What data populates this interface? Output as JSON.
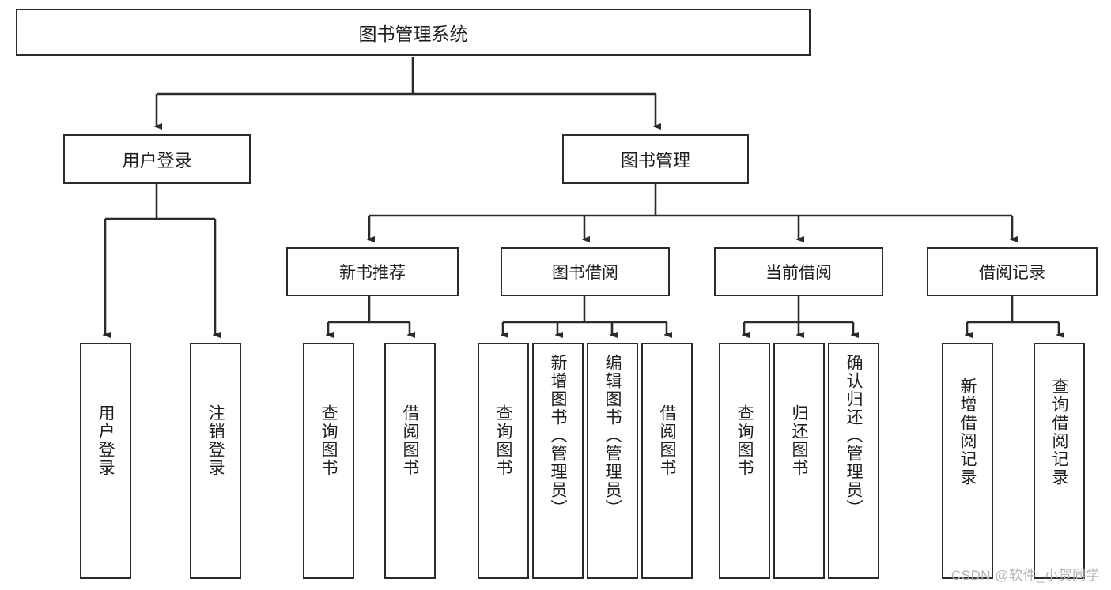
{
  "diagram": {
    "title": "图书管理系统",
    "type": "tree",
    "orientation": "top-down",
    "colors": {
      "box_border": "#2b2b2b",
      "box_fill": "#ffffff",
      "edge": "#2b2b2b",
      "text": "#1d1d1d",
      "watermark": "#b4b4b4",
      "background": "#ffffff"
    },
    "root": {
      "id": "root",
      "label": "图书管理系统"
    },
    "level2": [
      {
        "id": "user-login",
        "label": "用户登录"
      },
      {
        "id": "book-manage",
        "label": "图书管理"
      }
    ],
    "level3": [
      {
        "id": "new-book-recommend",
        "label": "新书推荐",
        "parent": "book-manage"
      },
      {
        "id": "book-borrow",
        "label": "图书借阅",
        "parent": "book-manage"
      },
      {
        "id": "current-borrow",
        "label": "当前借阅",
        "parent": "book-manage"
      },
      {
        "id": "borrow-record",
        "label": "借阅记录",
        "parent": "book-manage"
      }
    ],
    "leaves": [
      {
        "id": "leaf-user-login",
        "label": "用户登录",
        "parent": "user-login"
      },
      {
        "id": "leaf-user-logout",
        "label": "注销登录",
        "parent": "user-login"
      },
      {
        "id": "leaf-query-book-1",
        "label": "查询图书",
        "parent": "new-book-recommend"
      },
      {
        "id": "leaf-borrow-book-1",
        "label": "借阅图书",
        "parent": "new-book-recommend"
      },
      {
        "id": "leaf-query-book-2",
        "label": "查询图书",
        "parent": "book-borrow"
      },
      {
        "id": "leaf-add-book",
        "label": "新增图书（管理员）",
        "parent": "book-borrow"
      },
      {
        "id": "leaf-edit-book",
        "label": "编辑图书（管理员）",
        "parent": "book-borrow"
      },
      {
        "id": "leaf-borrow-book-2",
        "label": "借阅图书",
        "parent": "book-borrow"
      },
      {
        "id": "leaf-query-book-3",
        "label": "查询图书",
        "parent": "current-borrow"
      },
      {
        "id": "leaf-return-book",
        "label": "归还图书",
        "parent": "current-borrow"
      },
      {
        "id": "leaf-confirm-return",
        "label": "确认归还（管理员）",
        "parent": "current-borrow"
      },
      {
        "id": "leaf-add-record",
        "label": "新增借阅记录",
        "parent": "borrow-record"
      },
      {
        "id": "leaf-query-record",
        "label": "查询借阅记录",
        "parent": "borrow-record"
      }
    ]
  },
  "watermark": {
    "text": "CSDN @软件_小贺同学"
  }
}
